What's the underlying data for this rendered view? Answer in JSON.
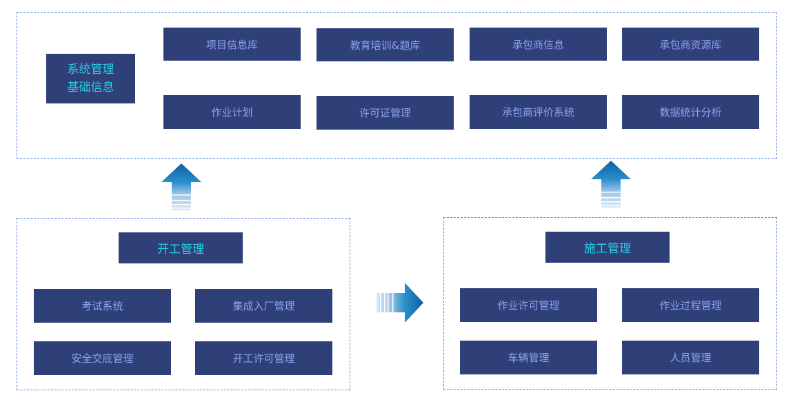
{
  "top": {
    "main": {
      "line1": "系统管理",
      "line2": "基础信息"
    },
    "items": [
      "项目信息库",
      "教育培训&题库",
      "承包商信息",
      "承包商资源库",
      "作业计划",
      "许可证管理",
      "承包商评价系统",
      "数据统计分析"
    ]
  },
  "start": {
    "title": "开工管理",
    "items": [
      "考试系统",
      "集成入厂管理",
      "安全交底管理",
      "开工许可管理"
    ]
  },
  "construction": {
    "title": "施工管理",
    "items": [
      "作业许可管理",
      "作业过程管理",
      "车辆管理",
      "人员管理"
    ]
  },
  "colors": {
    "box": "#2f3f78",
    "text": "#8aa6ee",
    "heading": "#22d3e8",
    "border": "#5b84e0",
    "arrow": "#1a7fc0"
  }
}
